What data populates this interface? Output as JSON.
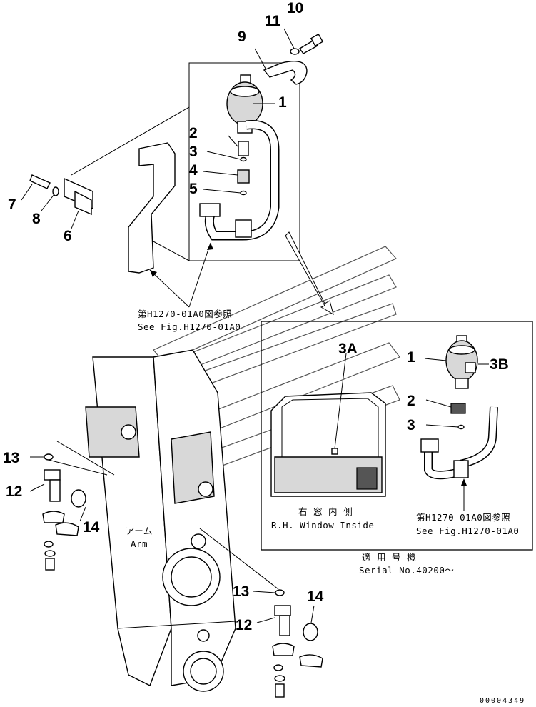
{
  "callouts": {
    "c1a": "1",
    "c2a": "2",
    "c3a": "3",
    "c4": "4",
    "c5": "5",
    "c6": "6",
    "c7": "7",
    "c8": "8",
    "c9": "9",
    "c10": "10",
    "c11": "11",
    "c13a": "13",
    "c12a": "12",
    "c14a": "14",
    "c13b": "13",
    "c12b": "12",
    "c14b": "14",
    "c1b": "1",
    "c2b": "2",
    "c3b": "3",
    "c3A": "3A",
    "c3B": "3B"
  },
  "refs": {
    "top_jp": "第H1270-01A0図参照",
    "top_en": "See Fig.H1270-01A0",
    "inset_jp": "第H1270-01A0図参照",
    "inset_en": "See Fig.H1270-01A0",
    "window_jp": "右 窓 内 側",
    "window_en": "R.H. Window Inside",
    "arm_jp": "アーム",
    "arm_en": "Arm",
    "serial_jp": "適 用 号 機",
    "serial_en": "Serial No.40200〜",
    "drawing_code": "00004349"
  }
}
